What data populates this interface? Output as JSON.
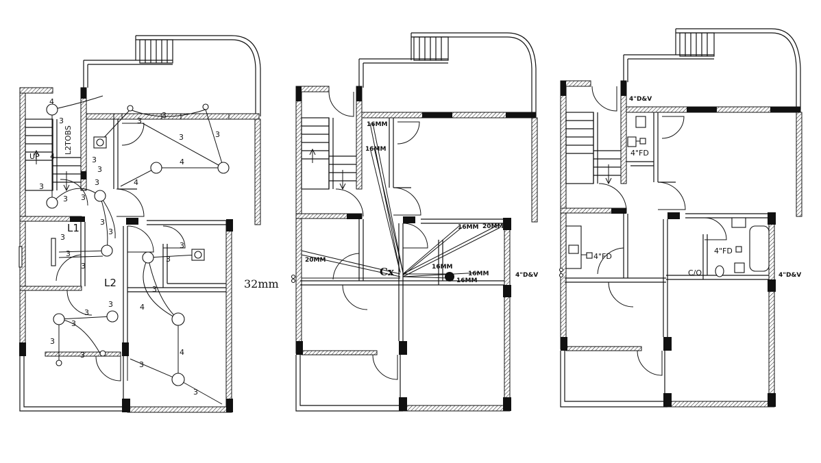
{
  "plan1": {
    "landing_label": "L2TOBS",
    "up_label": "UP",
    "l1": "L1",
    "l2": "L2",
    "scale_note": "32mm",
    "wire_counts": {
      "w_a": "4",
      "w_b": "3",
      "w_c": "3",
      "w_d": "3",
      "w_e": "3",
      "w_f": "4",
      "w_g": "3",
      "w_h": "3",
      "w_i": "4",
      "w_j": "3",
      "w_k": "3",
      "w_l": "3",
      "w_m": "4",
      "w_n": "3",
      "w_o": "3",
      "w_p": "3",
      "w_q": "3",
      "w_r": "3",
      "w_s": "3",
      "w_t": "3",
      "w_u": "3",
      "w_v": "4",
      "w_w": "3",
      "w_x": "3",
      "w_y": "3",
      "w_z": "3",
      "w_aa": "4",
      "w_ab": "3",
      "w_ac": "3",
      "w_ad": "3",
      "w_ae": "3",
      "w_af": "3"
    }
  },
  "plan2": {
    "cx": "Cx",
    "pipe_16a": "16MM",
    "pipe_16b": "16MM",
    "pipe_16c": "16MM",
    "pipe_16d": "16MM",
    "pipe_16e": "16MM",
    "pipe_16f": "16MM",
    "pipe_20a": "20MM",
    "pipe_20b": "20MM",
    "dv": "4\"D&V"
  },
  "plan3": {
    "dv_top": "4\"D&V",
    "fd_top": "4\"FD",
    "fd_kitchen": "4\"FD",
    "fd_bath": "4\"FD",
    "co": "C/O",
    "dv_right": "4\"D&V"
  }
}
